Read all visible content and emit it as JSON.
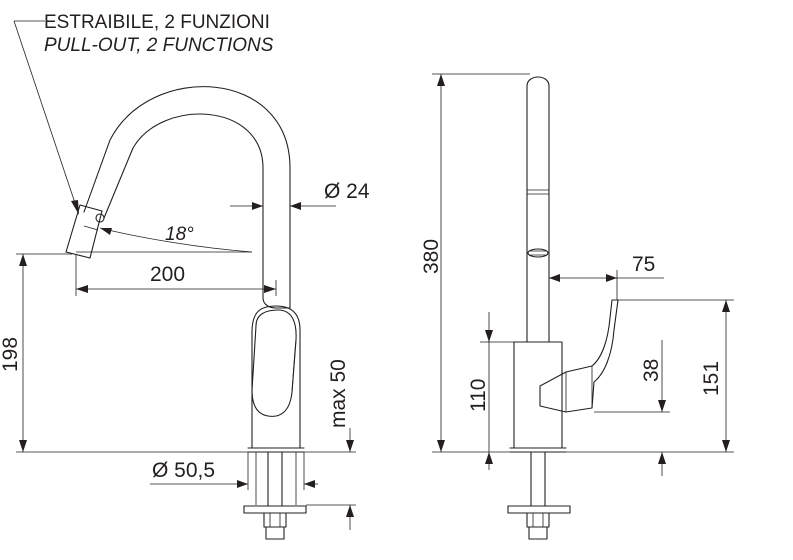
{
  "callout": {
    "line_it": "ESTRAIBILE, 2 FUNZIONI",
    "line_en": "PULL-OUT, 2 FUNCTIONS"
  },
  "front_view": {
    "spout_diameter": "Ø 24",
    "spout_angle": "18°",
    "reach": "200",
    "spout_height": "198",
    "max_deck": "max 50",
    "base_diameter": "Ø 50,5"
  },
  "side_view": {
    "total_height": "380",
    "body_depth": "75",
    "lever_height": "151",
    "lever_offset": "38",
    "body_height": "110"
  }
}
